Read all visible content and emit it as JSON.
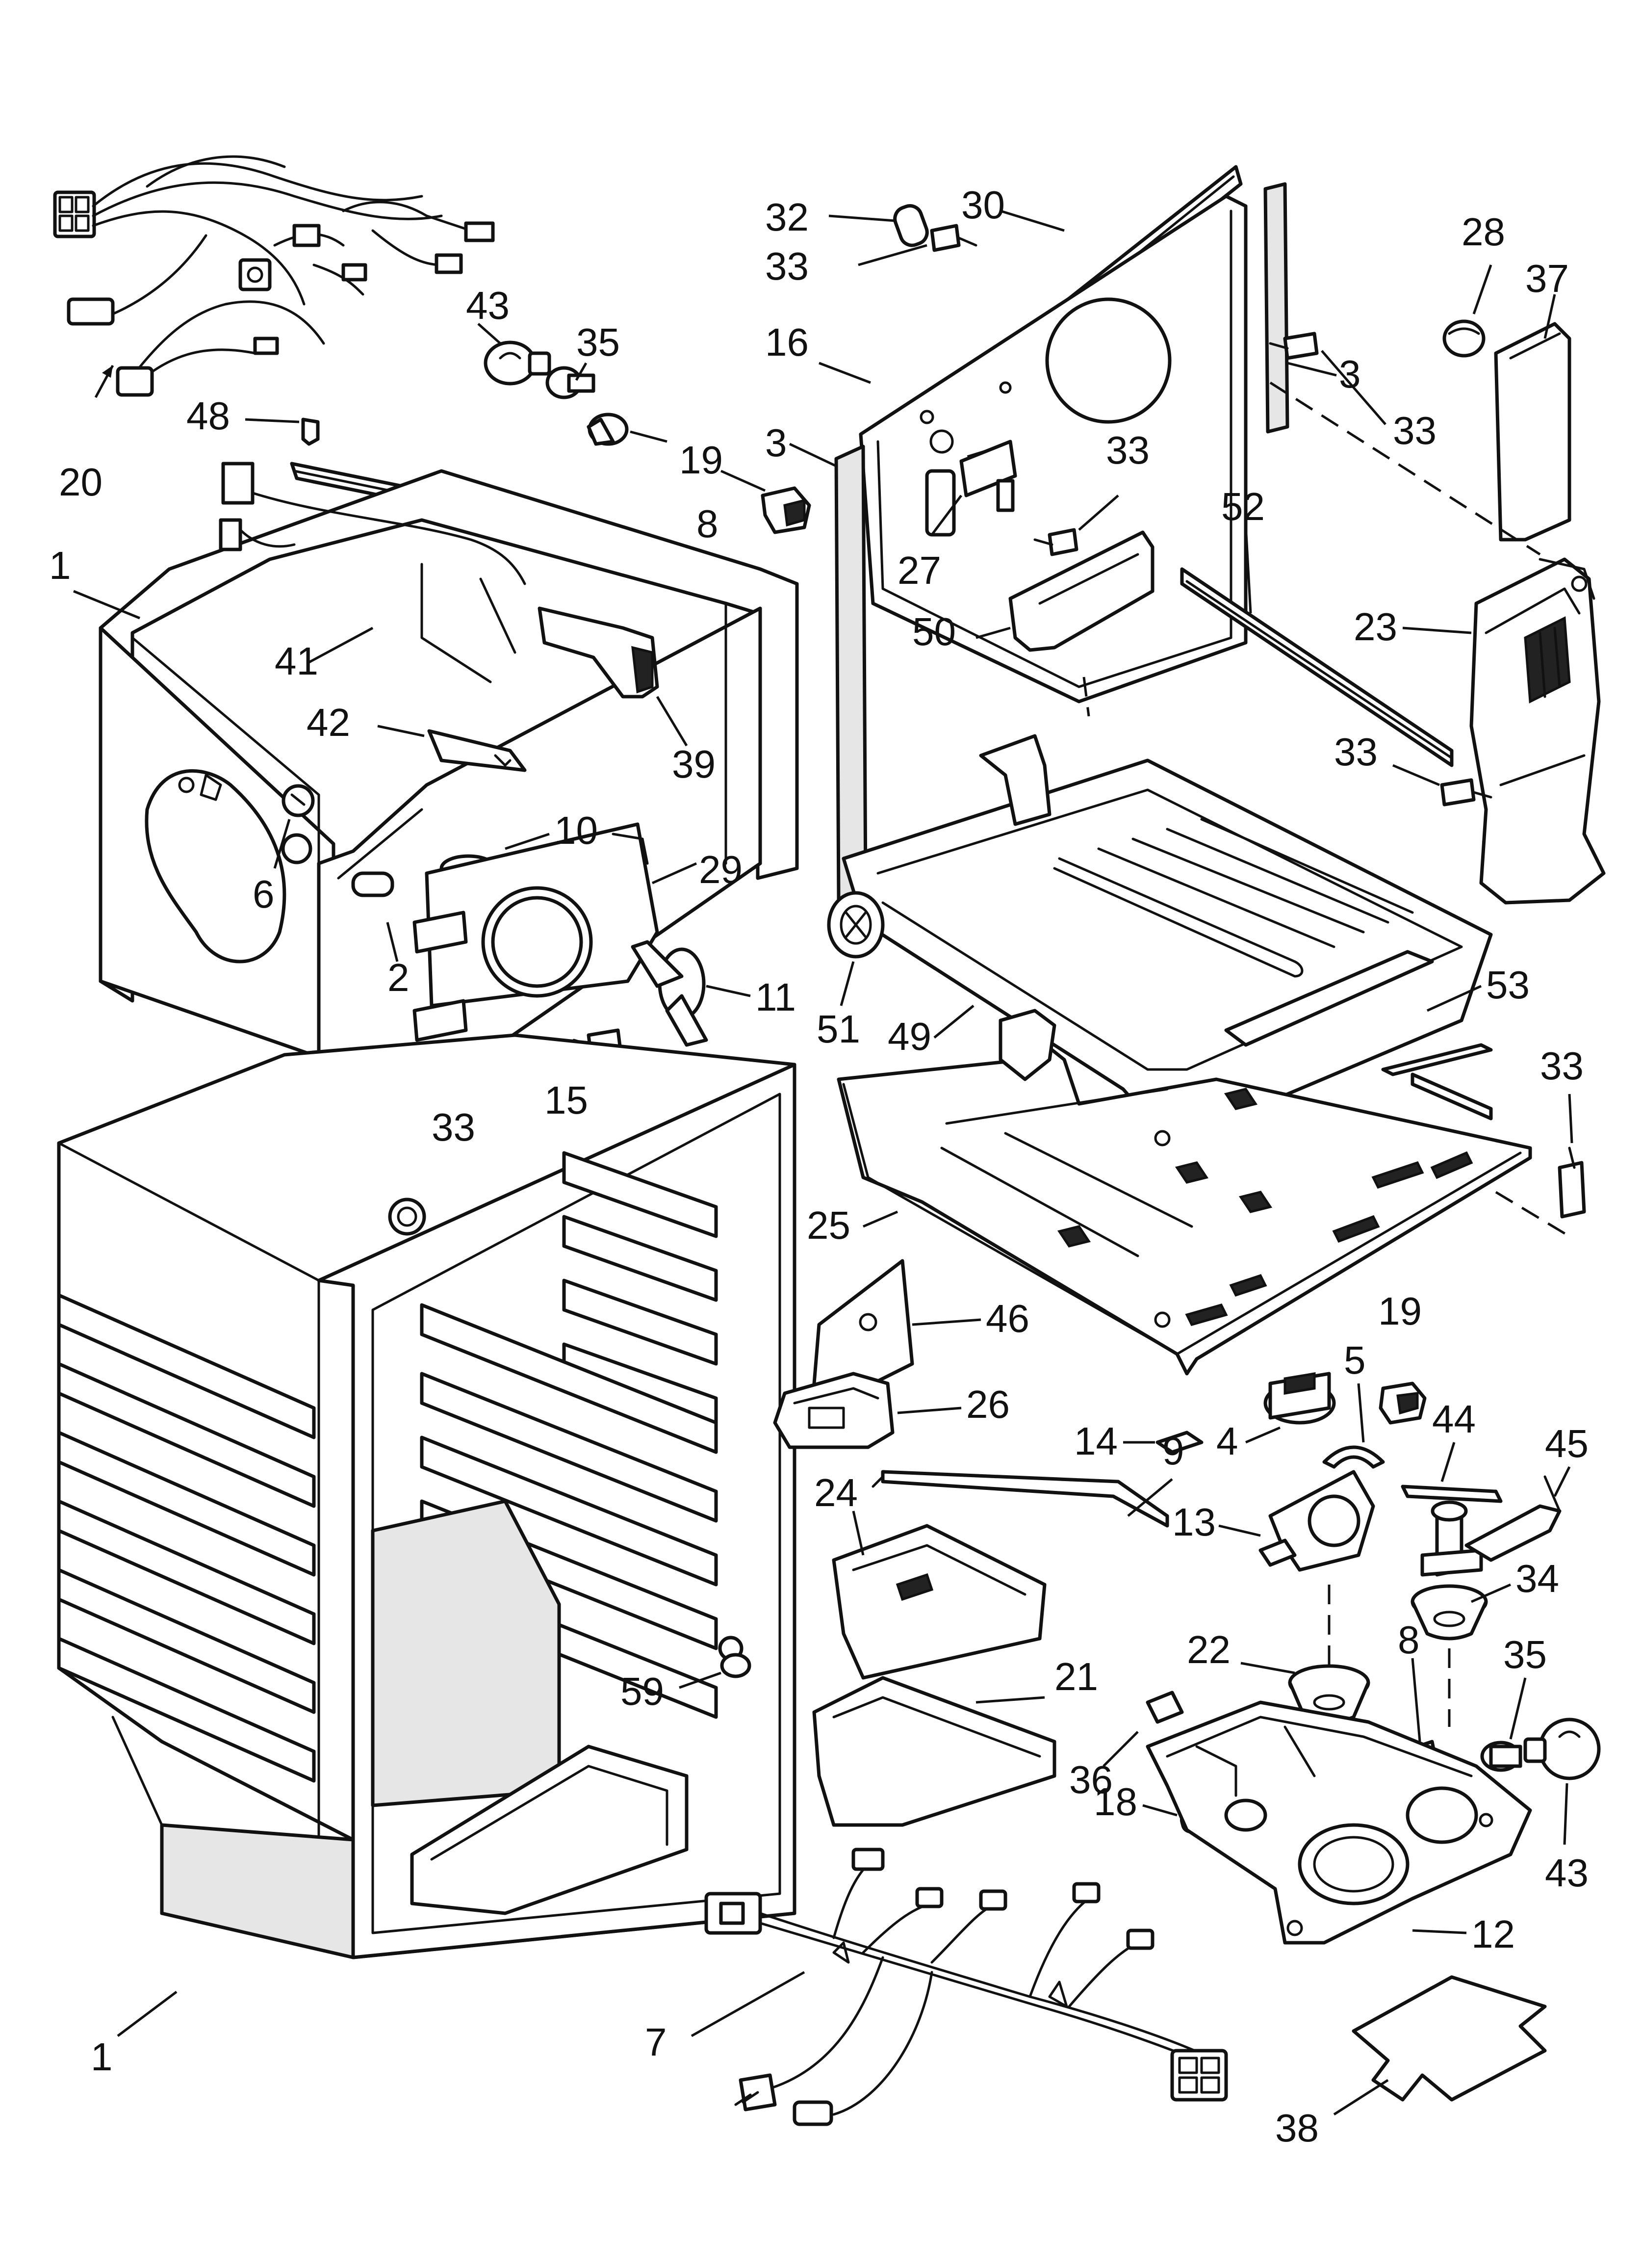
{
  "diagram": {
    "callouts": [
      {
        "id": "c-20",
        "label": "20"
      },
      {
        "id": "c-48",
        "label": "48"
      },
      {
        "id": "c-43a",
        "label": "43"
      },
      {
        "id": "c-35a",
        "label": "35"
      },
      {
        "id": "c-8a",
        "label": "8"
      },
      {
        "id": "c-1a",
        "label": "1"
      },
      {
        "id": "c-41",
        "label": "41"
      },
      {
        "id": "c-39",
        "label": "39"
      },
      {
        "id": "c-42",
        "label": "42"
      },
      {
        "id": "c-6",
        "label": "6"
      },
      {
        "id": "c-10",
        "label": "10"
      },
      {
        "id": "c-29",
        "label": "29"
      },
      {
        "id": "c-2",
        "label": "2"
      },
      {
        "id": "c-11",
        "label": "11"
      },
      {
        "id": "c-15",
        "label": "15"
      },
      {
        "id": "c-33a",
        "label": "33"
      },
      {
        "id": "c-59",
        "label": "59"
      },
      {
        "id": "c-1b",
        "label": "1"
      },
      {
        "id": "c-32",
        "label": "32"
      },
      {
        "id": "c-30",
        "label": "30"
      },
      {
        "id": "c-33b",
        "label": "33"
      },
      {
        "id": "c-16",
        "label": "16"
      },
      {
        "id": "c-3a",
        "label": "3"
      },
      {
        "id": "c-19a",
        "label": "19"
      },
      {
        "id": "c-27",
        "label": "27"
      },
      {
        "id": "c-33c",
        "label": "33"
      },
      {
        "id": "c-3b",
        "label": "3"
      },
      {
        "id": "c-33d",
        "label": "33"
      },
      {
        "id": "c-28",
        "label": "28"
      },
      {
        "id": "c-37",
        "label": "37"
      },
      {
        "id": "c-52",
        "label": "52"
      },
      {
        "id": "c-23",
        "label": "23"
      },
      {
        "id": "c-50",
        "label": "50"
      },
      {
        "id": "c-33e",
        "label": "33"
      },
      {
        "id": "c-51",
        "label": "51"
      },
      {
        "id": "c-49",
        "label": "49"
      },
      {
        "id": "c-53",
        "label": "53"
      },
      {
        "id": "c-33f",
        "label": "33"
      },
      {
        "id": "c-25",
        "label": "25"
      },
      {
        "id": "c-46",
        "label": "46"
      },
      {
        "id": "c-26",
        "label": "26"
      },
      {
        "id": "c-19b",
        "label": "19"
      },
      {
        "id": "c-5",
        "label": "5"
      },
      {
        "id": "c-14",
        "label": "14"
      },
      {
        "id": "c-9",
        "label": "9"
      },
      {
        "id": "c-4",
        "label": "4"
      },
      {
        "id": "c-44",
        "label": "44"
      },
      {
        "id": "c-45",
        "label": "45"
      },
      {
        "id": "c-13",
        "label": "13"
      },
      {
        "id": "c-24",
        "label": "24"
      },
      {
        "id": "c-34",
        "label": "34"
      },
      {
        "id": "c-22",
        "label": "22"
      },
      {
        "id": "c-8b",
        "label": "8"
      },
      {
        "id": "c-35b",
        "label": "35"
      },
      {
        "id": "c-21",
        "label": "21"
      },
      {
        "id": "c-36",
        "label": "36"
      },
      {
        "id": "c-43b",
        "label": "43"
      },
      {
        "id": "c-18",
        "label": "18"
      },
      {
        "id": "c-12",
        "label": "12"
      },
      {
        "id": "c-7",
        "label": "7"
      },
      {
        "id": "c-38",
        "label": "38"
      }
    ]
  }
}
